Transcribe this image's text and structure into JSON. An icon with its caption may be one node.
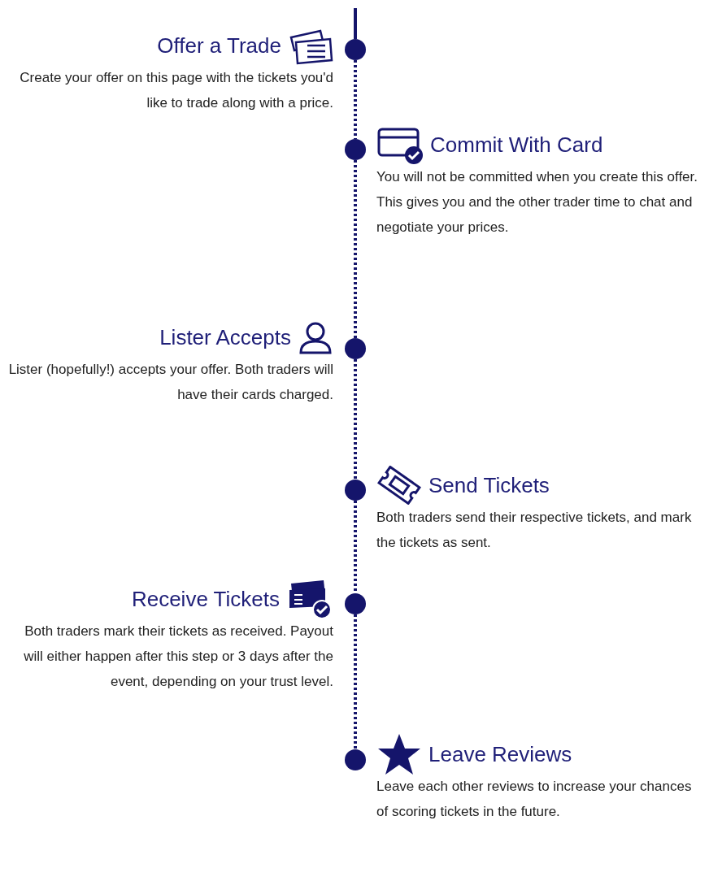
{
  "diagram": {
    "nodes": [
      {
        "text": [
          "Offer a Trade",
          "Create your offer on this page with the tickets you'd like to trade along with a price."
        ]
      },
      {
        "text": [
          "Commit With Card",
          "You will not be committed when you create this offer. This gives you and the other trader time to chat and negotiate your prices."
        ]
      },
      {
        "text": [
          "Lister Accepts",
          "Lister (hopefully!) accepts your offer. Both traders will have their cards charged."
        ]
      },
      {
        "text": [
          "Send Tickets",
          "Both traders send their respective tickets, and mark the tickets as sent."
        ]
      },
      {
        "text": [
          "Receive Tickets",
          "Both traders mark their tickets as received. Payout will either happen after this step or 3 days after the event, depending on your trust level."
        ]
      },
      {
        "text": [
          "Leave Reviews",
          "Leave each other reviews to increase your chances of scoring tickets in the future."
        ]
      },
      {
        "text": [],
        "shape": "circle"
      },
      {
        "text": [],
        "shape": "circle"
      },
      {
        "text": [],
        "shape": "circle"
      },
      {
        "text": [],
        "shape": "circle"
      },
      {
        "text": [],
        "shape": "circle"
      },
      {
        "text": [],
        "shape": "circle"
      }
    ],
    "edges": [
      {
        "from": null,
        "to": 6,
        "arrow": "none"
      },
      {
        "from": 6,
        "to": 7,
        "arrow": "none",
        "style": "dashed"
      },
      {
        "from": 7,
        "to": 8,
        "arrow": "none",
        "style": "dashed"
      },
      {
        "from": 8,
        "to": 9,
        "arrow": "none",
        "style": "dashed"
      },
      {
        "from": 9,
        "to": 10,
        "arrow": "none",
        "style": "dashed"
      },
      {
        "from": 10,
        "to": 11,
        "arrow": "none",
        "style": "dashed"
      }
    ]
  }
}
